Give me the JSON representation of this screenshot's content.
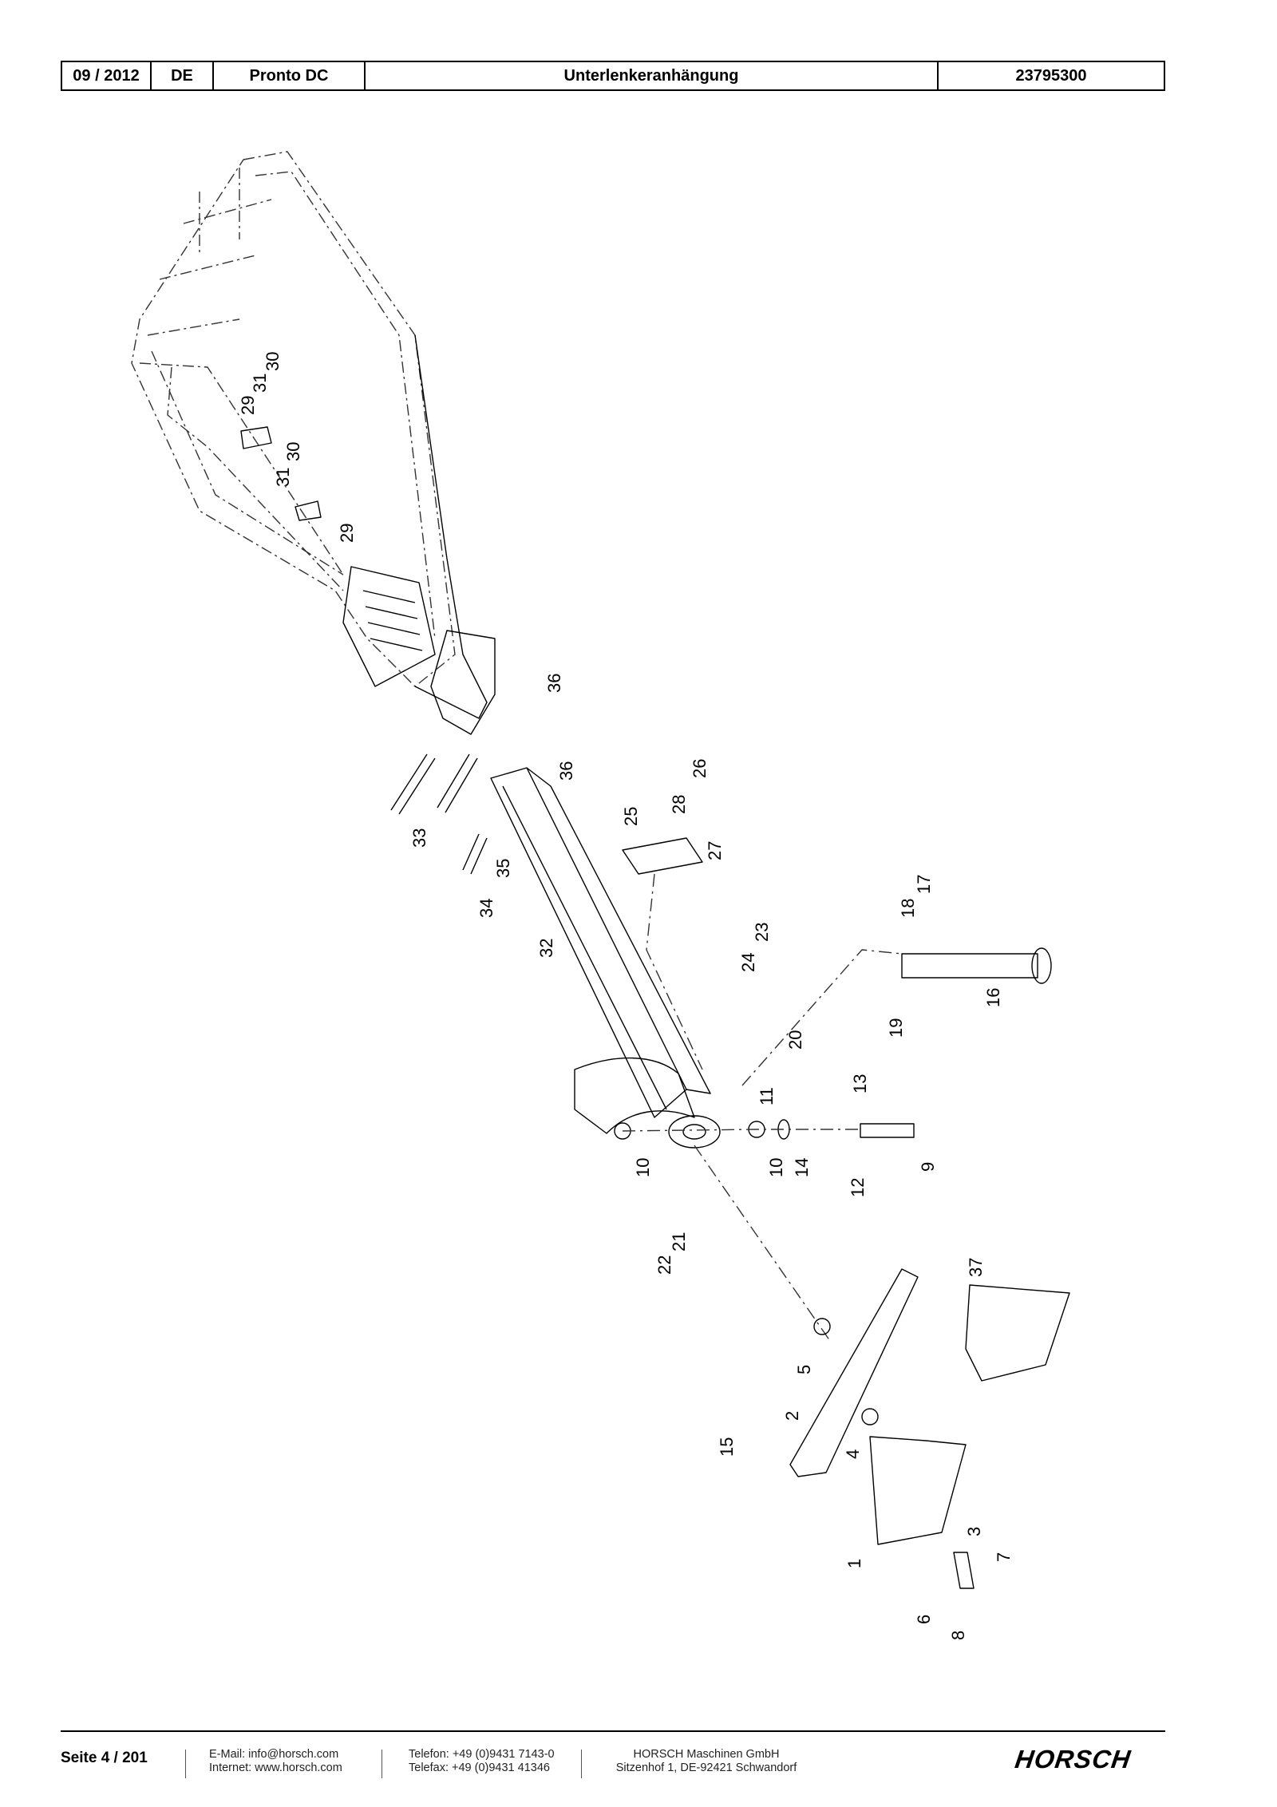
{
  "header": {
    "date": "09 / 2012",
    "lang": "DE",
    "model": "Pronto DC",
    "title": "Unterlenkeranhängung",
    "number": "23795300"
  },
  "callouts": [
    "1",
    "2",
    "3",
    "4",
    "5",
    "6",
    "7",
    "8",
    "9",
    "10",
    "10",
    "11",
    "12",
    "13",
    "14",
    "15",
    "16",
    "17",
    "18",
    "19",
    "20",
    "21",
    "22",
    "23",
    "24",
    "25",
    "26",
    "27",
    "28",
    "29",
    "29",
    "30",
    "30",
    "31",
    "31",
    "32",
    "33",
    "34",
    "35",
    "36",
    "36",
    "37"
  ],
  "footer": {
    "page": "Seite 4 / 201",
    "email": "E-Mail: info@horsch.com",
    "internet": "Internet: www.horsch.com",
    "phone": "Telefon: +49 (0)9431 7143-0",
    "fax": "Telefax: +49 (0)9431 41346",
    "company": "HORSCH Maschinen GmbH",
    "address": "Sitzenhof 1, DE-92421 Schwandorf",
    "logo": "HORSCH"
  }
}
